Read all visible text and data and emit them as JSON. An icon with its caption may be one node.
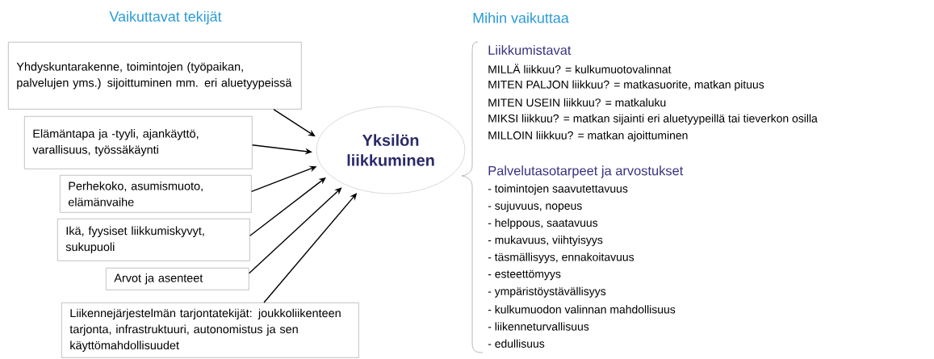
{
  "diagram": {
    "nodes": [
      {
        "text": [
          "Yhdyskuntarakenne, toimintojen (työpaikan, palvelujen yms.) sijoittuminen mm. eri aluetyypeissä"
        ]
      },
      {
        "text": [
          "Elämäntapa ja -tyyli, ajankäyttö, varallisuus, työssäkäynti"
        ]
      },
      {
        "text": [
          "Perhekoko, asumismuoto, elämänvaihe"
        ]
      },
      {
        "text": [
          "Ikä, fyysiset liikkumiskyvyt, sukupuoli"
        ]
      },
      {
        "text": [
          "Arvot ja asenteet"
        ]
      },
      {
        "text": [
          "Liikennejärjestelmän tarjontatekijät: joukkoliikenteen tarjonta, infrastruktuuri, autonomistus ja sen käyttömahdollisuudet"
        ]
      },
      {
        "text": [
          "Yksilön liikkuminen"
        ]
      }
    ],
    "edges": [
      {
        "from": 0,
        "to": 6,
        "arrow": "to"
      },
      {
        "from": 1,
        "to": 6,
        "arrow": "to"
      },
      {
        "from": 2,
        "to": 6,
        "arrow": "to"
      },
      {
        "from": 3,
        "to": 6,
        "arrow": "to"
      },
      {
        "from": 4,
        "to": 6,
        "arrow": "to"
      },
      {
        "from": 5,
        "to": 6,
        "arrow": "to"
      }
    ],
    "labels": [
      "Vaikuttavat tekijät",
      "Mihin vaikuttaa",
      "Liikkumistavat",
      "MILLÄ liikkuu? = kulkumuotovalinnat",
      "MITEN PALJON liikkuu? = matkasuorite, matkan pituus",
      "MITEN USEIN liikkuu? = matkaluku",
      "MIKSI liikkuu? = matkan sijainti eri aluetyypeillä tai tieverkon osilla",
      "MILLOIN liikkuu? = matkan ajoittuminen",
      "Palvelutasotarpeet ja arvostukset",
      "- toimintojen saavutettavuus",
      "- sujuvuus, nopeus",
      "- helppous, saatavuus",
      "- mukavuus, viihtyisyys",
      "- täsmällisyys, ennakoitavuus",
      "- esteettömyys",
      "- ympäristöystävällisyys",
      "- kulkumuodon valinnan mahdollisuus",
      "- liikenneturvallisuus",
      "- edullisuus"
    ]
  }
}
